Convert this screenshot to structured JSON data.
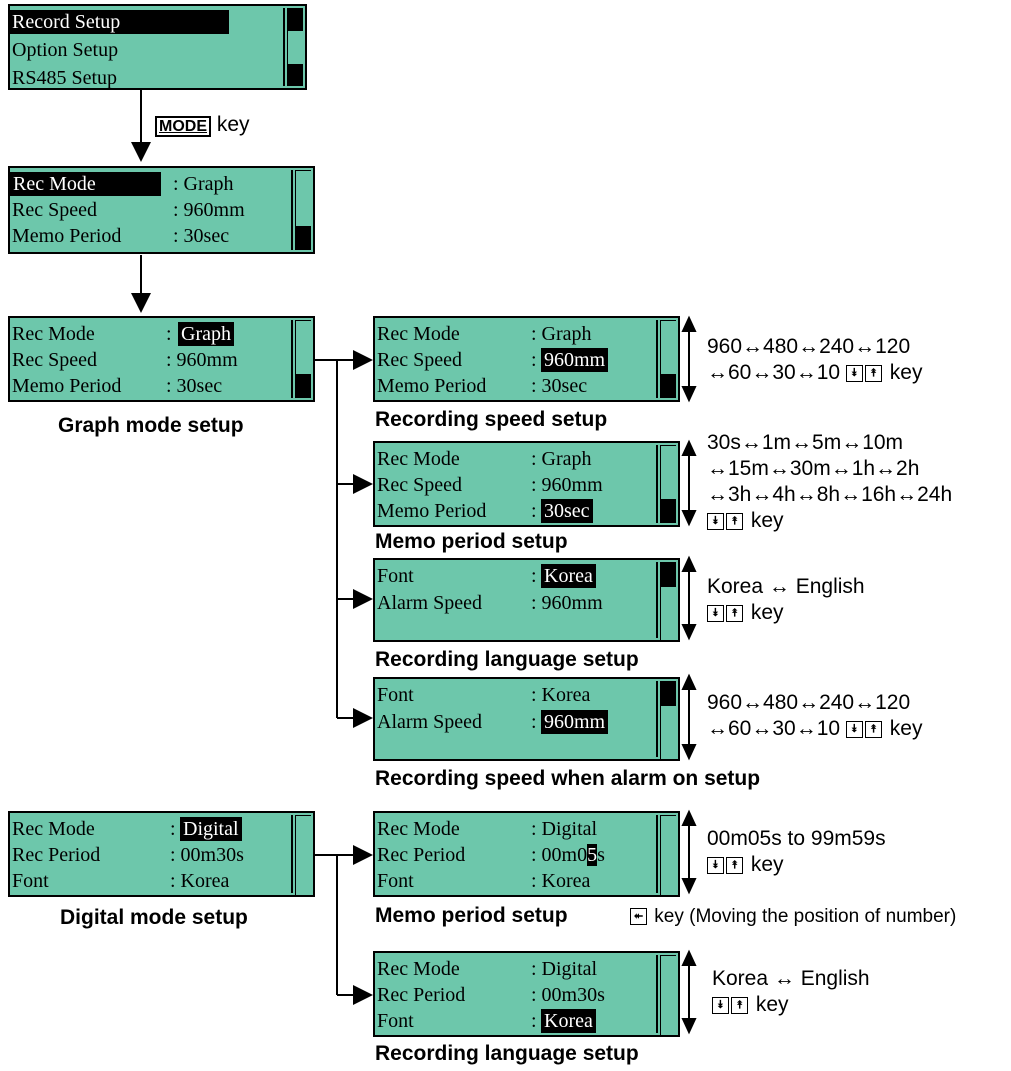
{
  "menu": {
    "items": [
      "Record Setup",
      "Option Setup",
      "RS485 Setup"
    ]
  },
  "mode_key": {
    "key": "MODE",
    "suffix": "key"
  },
  "screen_main": {
    "rows": [
      [
        "Rec Mode",
        ": Graph"
      ],
      [
        "Rec Speed",
        ": 960mm"
      ],
      [
        "Memo Period",
        ": 30sec"
      ]
    ]
  },
  "graph_setup": {
    "rows": [
      [
        "Rec Mode",
        ":",
        "Graph"
      ],
      [
        "Rec Speed",
        ": 960mm"
      ],
      [
        "Memo Period",
        ": 30sec"
      ]
    ],
    "caption": "Graph mode setup"
  },
  "rec_speed_setup": {
    "rows": [
      [
        "Rec Mode",
        ": Graph"
      ],
      [
        "Rec Speed",
        ":",
        "960mm"
      ],
      [
        "Memo Period",
        ": 30sec"
      ]
    ],
    "caption": "Recording speed setup",
    "note": [
      "960↔480↔240↔120",
      "↔60↔30↔10",
      "key"
    ]
  },
  "memo_period_setup": {
    "rows": [
      [
        "Rec Mode",
        ": Graph"
      ],
      [
        "Rec Speed",
        ": 960mm"
      ],
      [
        "Memo Period",
        ":",
        "30sec"
      ]
    ],
    "caption": "Memo period setup",
    "note": [
      "30s↔1m↔5m↔10m",
      "↔15m↔30m↔1h↔2h",
      "↔3h↔4h↔8h↔16h↔24h",
      "key"
    ]
  },
  "rec_lang_setup": {
    "rows": [
      [
        "Font",
        ":",
        "Korea"
      ],
      [
        "Alarm Speed",
        ": 960mm"
      ]
    ],
    "caption": "Recording language setup",
    "note": [
      "Korea ↔ English",
      "key"
    ]
  },
  "alarm_speed_setup": {
    "rows": [
      [
        "Font",
        ": Korea"
      ],
      [
        "Alarm Speed",
        ":",
        "960mm"
      ]
    ],
    "caption": "Recording speed when alarm on setup",
    "note": [
      "960↔480↔240↔120",
      "↔60↔30↔10",
      "key"
    ]
  },
  "digital_setup": {
    "rows": [
      [
        "Rec Mode",
        ":",
        "Digital"
      ],
      [
        "Rec Period",
        ": 00m30s"
      ],
      [
        "Font",
        ": Korea"
      ]
    ],
    "caption": "Digital mode setup"
  },
  "digital_memo_setup": {
    "rows": [
      [
        "Rec Mode",
        ": Digital"
      ],
      [
        "Rec Period",
        ": 00m0",
        "5",
        "s"
      ],
      [
        "Font",
        ": Korea"
      ]
    ],
    "caption": "Memo period setup",
    "note": [
      "00m05s to 99m59s",
      "key"
    ],
    "caption_note": "key (Moving the position of number)"
  },
  "digital_lang_setup": {
    "rows": [
      [
        "Rec Mode",
        ": Digital"
      ],
      [
        "Rec Period",
        ": 00m30s"
      ],
      [
        "Font",
        ":",
        "Korea"
      ]
    ],
    "caption": "Recording language setup",
    "note": [
      "Korea ↔ English",
      "key"
    ]
  },
  "icons": {
    "down": "down-double-chevron-icon",
    "up": "up-double-chevron-icon",
    "left": "left-double-chevron-icon"
  }
}
